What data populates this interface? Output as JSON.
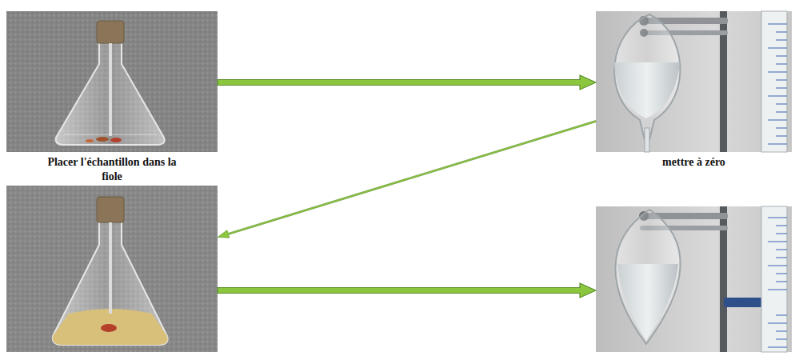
{
  "diagram": {
    "nodes": [
      {
        "text": [
          "Placer l'échantillon dans la fiole"
        ]
      },
      {
        "text": [
          "mettre à zéro"
        ]
      },
      {
        "text": []
      },
      {
        "text": []
      }
    ],
    "edges": [
      {
        "from": 0,
        "to": 1,
        "arrow": "to"
      },
      {
        "from": 1,
        "to": 2,
        "arrow": "to"
      },
      {
        "from": 2,
        "to": 3,
        "arrow": "to"
      }
    ]
  }
}
